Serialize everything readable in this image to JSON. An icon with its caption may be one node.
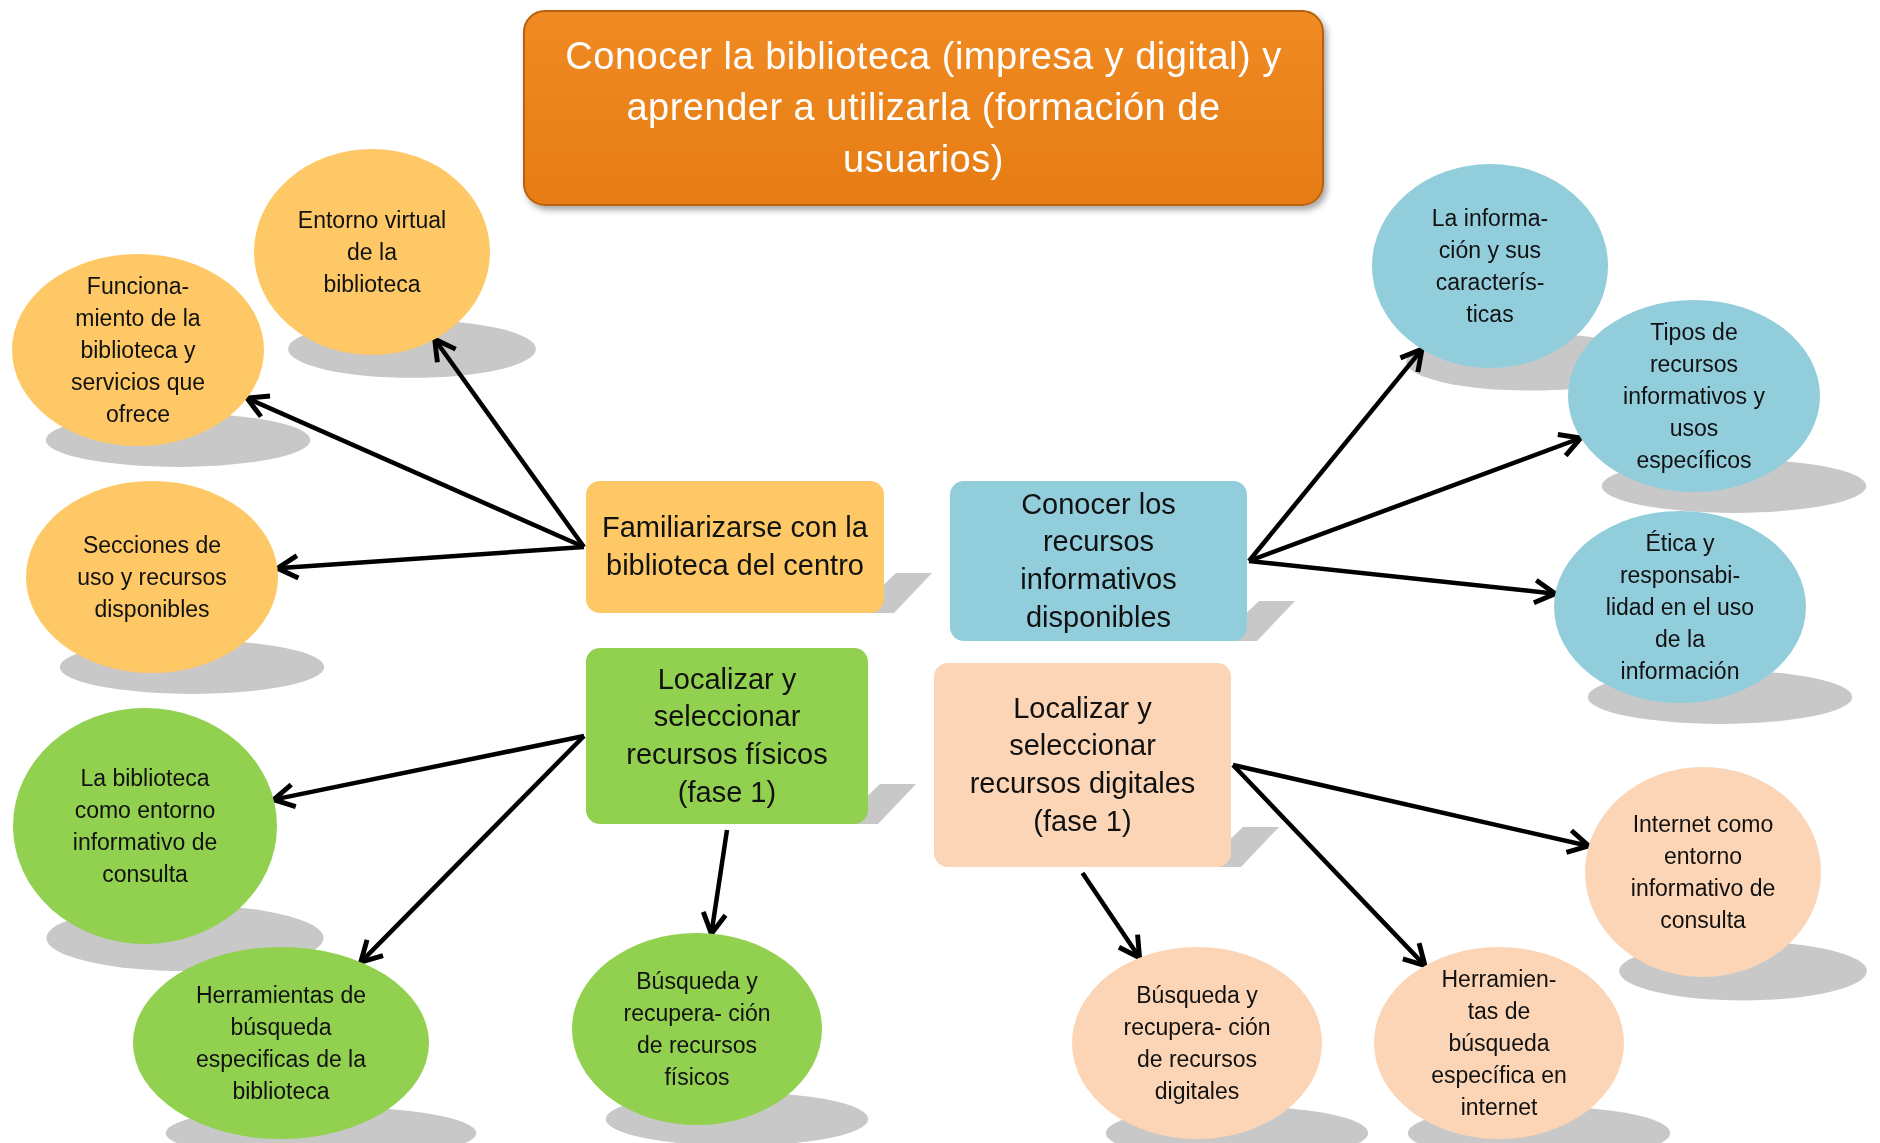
{
  "diagram": {
    "nodes": [
      {
        "text": [
          "Conocer la biblioteca (impresa y digital) y aprender a utilizarla (formación de usuarios)"
        ]
      },
      {
        "text": [
          "Familiarizarse con la biblioteca del centro"
        ]
      },
      {
        "text": [
          "Entorno virtual de la biblioteca"
        ]
      },
      {
        "text": [
          "Funciona- miento de la biblioteca y servicios que ofrece"
        ]
      },
      {
        "text": [
          "Secciones de uso y recursos disponibles"
        ]
      },
      {
        "text": [
          "Conocer los recursos informativos disponibles"
        ]
      },
      {
        "text": [
          "La informa- ción y sus caracterís- ticas"
        ]
      },
      {
        "text": [
          "Tipos de recursos informativos y usos específicos"
        ]
      },
      {
        "text": [
          "Ética y responsabi- lidad en el uso de la información"
        ]
      },
      {
        "text": [
          "Localizar y seleccionar recursos físicos (fase 1)"
        ]
      },
      {
        "text": [
          "La biblioteca como entorno informativo de consulta"
        ]
      },
      {
        "text": [
          "Herramientas de búsqueda especificas de la biblioteca"
        ]
      },
      {
        "text": [
          "Búsqueda y recupera- ción de recursos físicos"
        ]
      },
      {
        "text": [
          "Localizar y seleccionar recursos digitales (fase 1)"
        ]
      },
      {
        "text": [
          "Internet como entorno informativo de consulta"
        ]
      },
      {
        "text": [
          "Búsqueda y recupera- ción de recursos digitales"
        ]
      },
      {
        "text": [
          "Herramien- tas de búsqueda específica en internet"
        ]
      }
    ],
    "edges": [
      {
        "from": 1,
        "to": 2,
        "arrow": "to"
      },
      {
        "from": 1,
        "to": 3,
        "arrow": "to"
      },
      {
        "from": 1,
        "to": 4,
        "arrow": "to"
      },
      {
        "from": 5,
        "to": 6,
        "arrow": "to"
      },
      {
        "from": 5,
        "to": 7,
        "arrow": "to"
      },
      {
        "from": 5,
        "to": 8,
        "arrow": "to"
      },
      {
        "from": 9,
        "to": 10,
        "arrow": "to"
      },
      {
        "from": 9,
        "to": 11,
        "arrow": "to"
      },
      {
        "from": 9,
        "to": 12,
        "arrow": "to"
      },
      {
        "from": 13,
        "to": 14,
        "arrow": "to"
      },
      {
        "from": 13,
        "to": 15,
        "arrow": "to"
      },
      {
        "from": 13,
        "to": 16,
        "arrow": "to"
      }
    ]
  }
}
